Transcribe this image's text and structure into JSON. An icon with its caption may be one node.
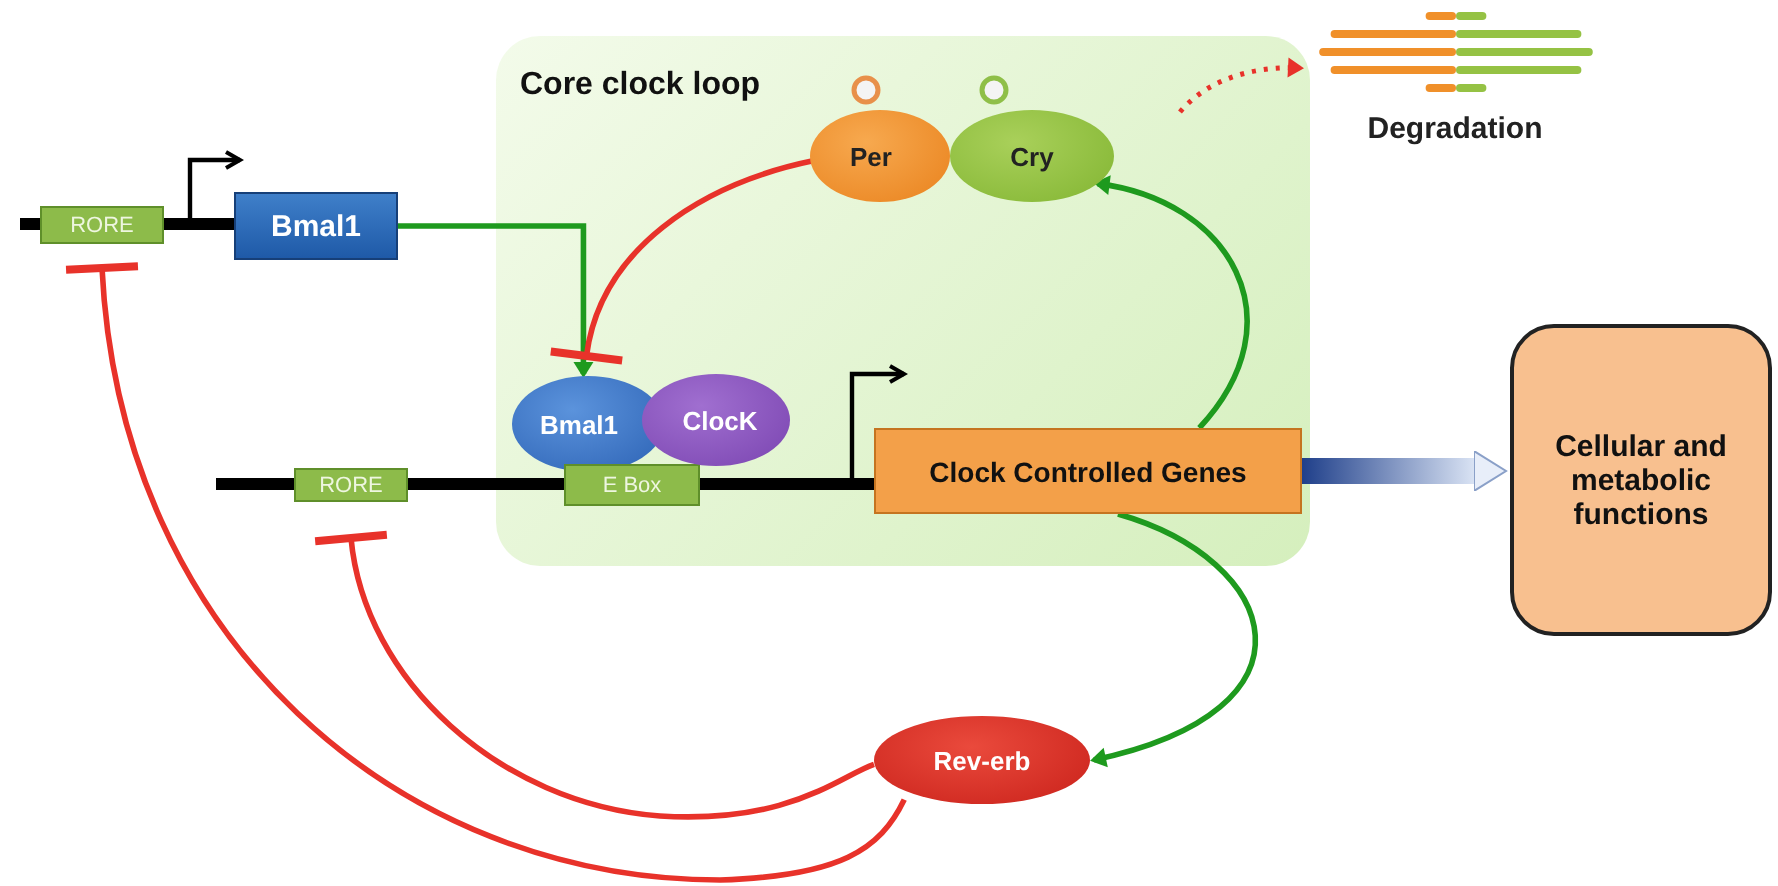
{
  "diagram": {
    "nodes": [
      {
        "text": [
          "Core clock loop"
        ]
      },
      {
        "text": [
          "RORE"
        ]
      },
      {
        "text": [
          "Bmal1"
        ]
      },
      {
        "text": [
          "Per"
        ],
        "in": 0
      },
      {
        "text": [
          "Cry"
        ],
        "in": 0
      },
      {
        "text": [],
        "shape": "picture",
        "beside": [
          "Degradation"
        ]
      },
      {
        "text": [
          "Bmal1"
        ],
        "in": 0
      },
      {
        "text": [
          "ClocK"
        ],
        "in": 0
      },
      {
        "text": [
          "RORE"
        ]
      },
      {
        "text": [
          "E Box"
        ],
        "in": 0
      },
      {
        "text": [
          "Clock Controlled Genes"
        ],
        "in": 0
      },
      {
        "text": [
          "Cellular and metabolic functions"
        ]
      },
      {
        "text": [
          "Rev-erb"
        ]
      }
    ],
    "edges": [
      {
        "from": 2,
        "to": 6,
        "arrow": "to",
        "color": "#1e9a1e"
      },
      {
        "from": 3,
        "to": 6,
        "arrow": "other",
        "color": "#e8322a"
      },
      {
        "from": 10,
        "to": 4,
        "arrow": "to",
        "color": "#1e9a1e"
      },
      {
        "from": 10,
        "to": 12,
        "arrow": "to",
        "color": "#1e9a1e"
      },
      {
        "from": 12,
        "to": 1,
        "arrow": "other",
        "color": "#e8322a"
      },
      {
        "from": 12,
        "to": 8,
        "arrow": "other",
        "color": "#e8322a"
      },
      {
        "from": 10,
        "to": 11,
        "arrow": "to",
        "style": "thick",
        "color": "#2a4d9a"
      },
      {
        "from": null,
        "to": 5,
        "arrow": "to",
        "style": "dashed",
        "color": "#e8322a"
      }
    ]
  }
}
